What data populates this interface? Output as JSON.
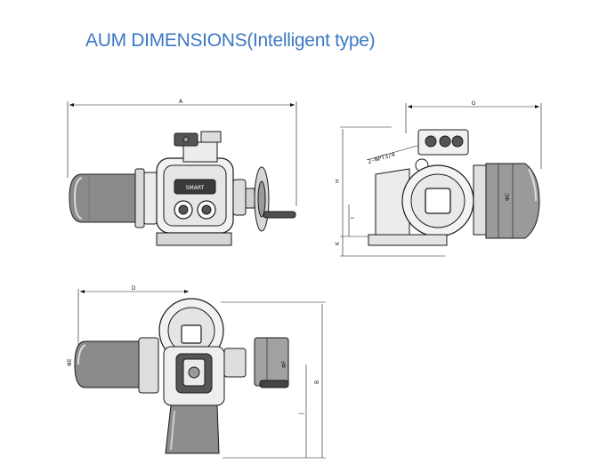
{
  "title": "AUM DIMENSIONS(Intelligent type)",
  "views": {
    "front": {
      "dims": {
        "a": "A"
      },
      "display_text": "SMART"
    },
    "side": {
      "dims": {
        "g": "G",
        "h": "H",
        "i": "I",
        "k": "K",
        "phi_c": "ΦC"
      },
      "conduit_label": "2-NPT3/4"
    },
    "top": {
      "dims": {
        "d": "D",
        "b": "B",
        "j": "J",
        "phi_e": "ΦE",
        "phi_f": "ΦF"
      }
    }
  }
}
